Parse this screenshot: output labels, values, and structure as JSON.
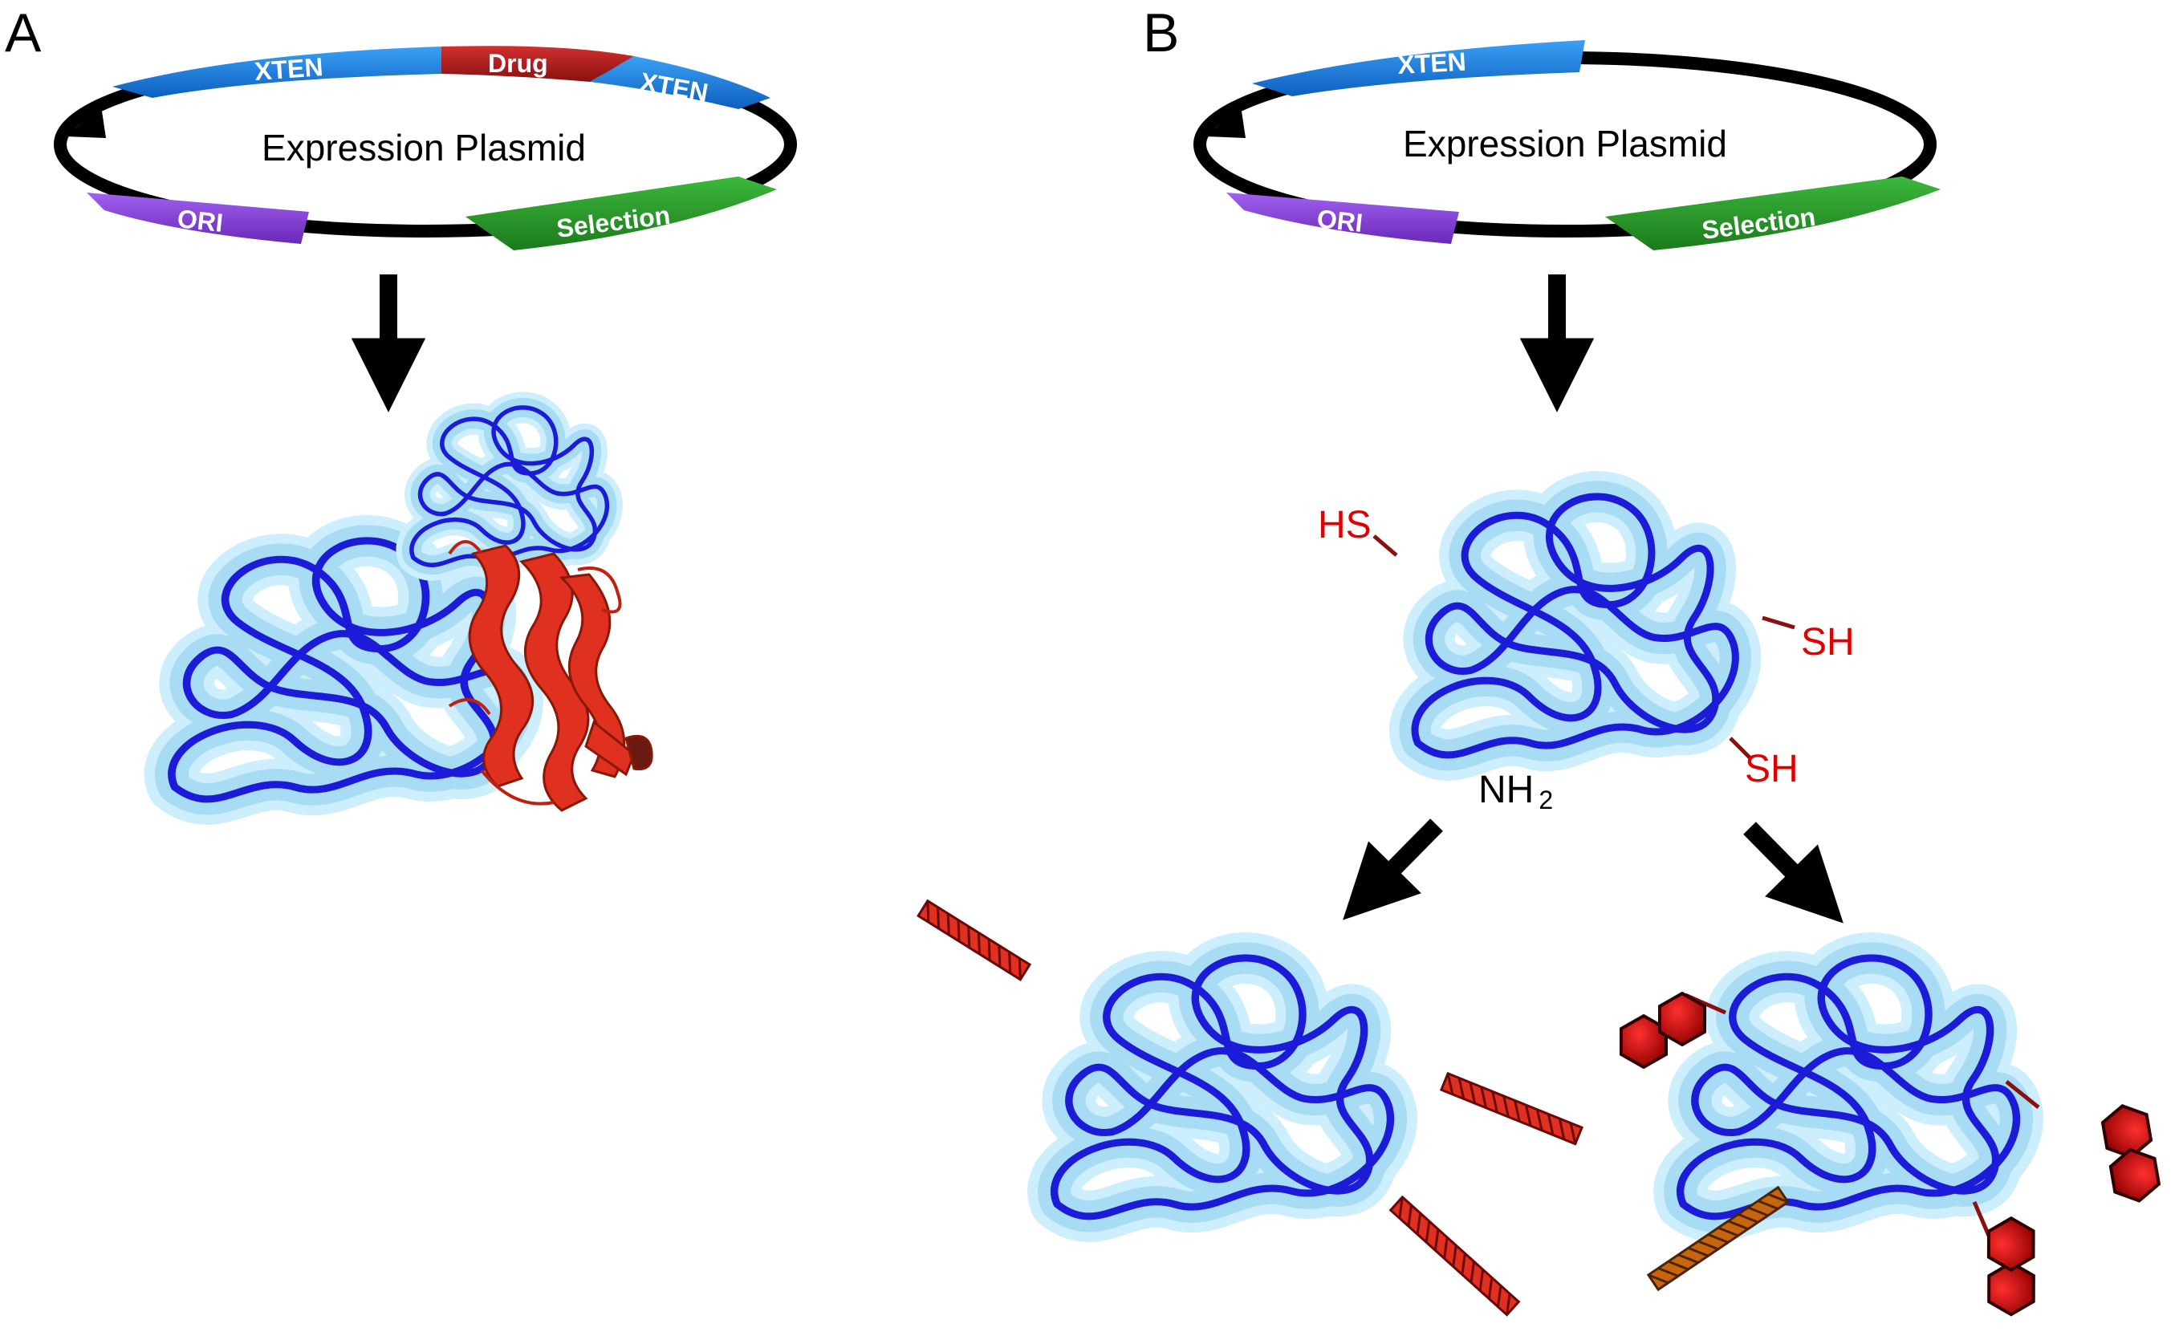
{
  "panels": {
    "a": {
      "letter": "A"
    },
    "b": {
      "letter": "B"
    }
  },
  "plasmid": {
    "title": "Expression Plasmid",
    "segments_a": {
      "xten_left": "XTEN",
      "drug": "Drug",
      "xten_right": "XTEN",
      "ori": "ORI",
      "selection": "Selection"
    },
    "segments_b": {
      "xten": "XTEN",
      "ori": "ORI",
      "selection": "Selection"
    }
  },
  "groups": {
    "hs": "HS",
    "sh_right": "SH",
    "sh_lower": "SH",
    "nh": "NH",
    "nh_sub": "2"
  },
  "colors": {
    "xten_blue": "#1a7fe0",
    "drug_red": "#b01c1c",
    "ori_purple": "#8a3fd6",
    "selection_green": "#2a9a2a",
    "xten_chain": "#1c1cd8",
    "halo": "#a8dcf5",
    "helix_red": "#e03020",
    "helix_orange": "#c8660e",
    "payload_red": "#c80000"
  }
}
